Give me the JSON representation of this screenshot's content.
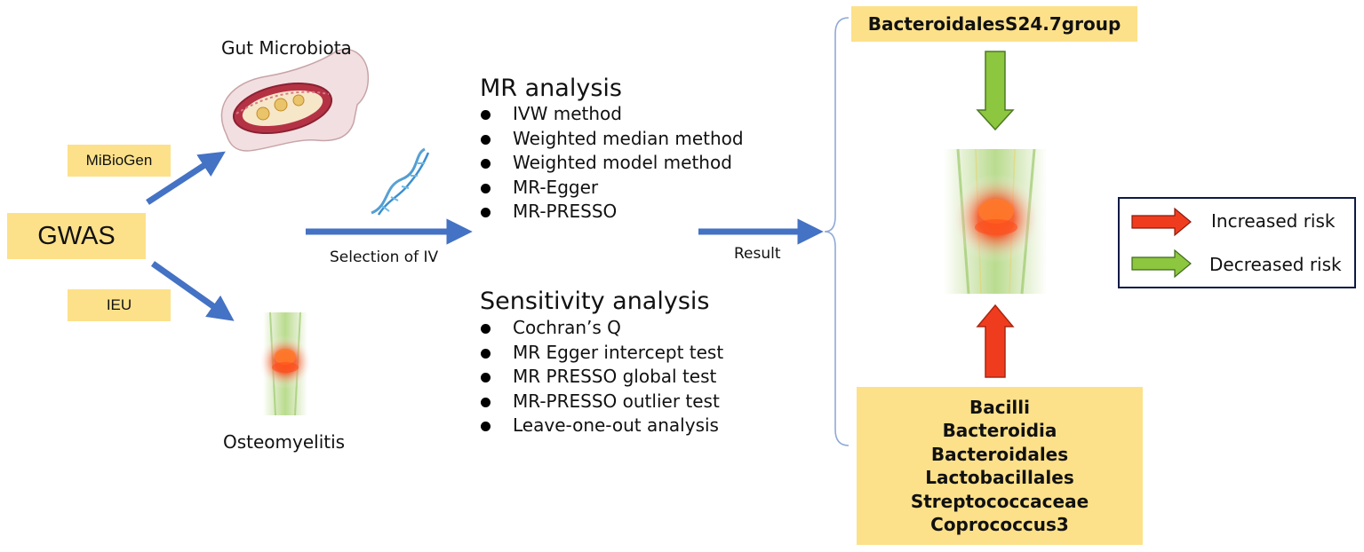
{
  "sources": {
    "gwas": "GWAS",
    "mibiogen": "MiBioGen",
    "ieu": "IEU"
  },
  "exposure": {
    "title": "Gut Microbiota"
  },
  "outcome": {
    "title": "Osteomyelitis"
  },
  "flow": {
    "selection_label": "Selection of IV",
    "result_label": "Result"
  },
  "mr_analysis": {
    "title": "MR analysis",
    "methods": [
      "IVW method",
      "Weighted median method",
      "Weighted model method",
      "MR-Egger",
      "MR-PRESSO"
    ]
  },
  "sensitivity_analysis": {
    "title": "Sensitivity analysis",
    "tests": [
      "Cochran’s Q",
      "MR Egger intercept test",
      "MR PRESSO global test",
      "MR-PRESSO outlier test",
      "Leave-one-out analysis"
    ]
  },
  "results": {
    "protective": "BacteroidalesS24.7group",
    "risk_taxa": [
      "Bacilli",
      "Bacteroidia",
      "Bacteroidales",
      "Lactobacillales",
      "Streptococcaceae",
      "Coprococcus3"
    ]
  },
  "legend": {
    "increased": "Increased risk",
    "decreased": "Decreased risk"
  },
  "colors": {
    "flow_arrow": "#4472c4",
    "increased_arrow": "#f03c1e",
    "decreased_arrow": "#8dc63f",
    "box_fill": "#fde18a",
    "legend_border": "#0d1a45"
  }
}
